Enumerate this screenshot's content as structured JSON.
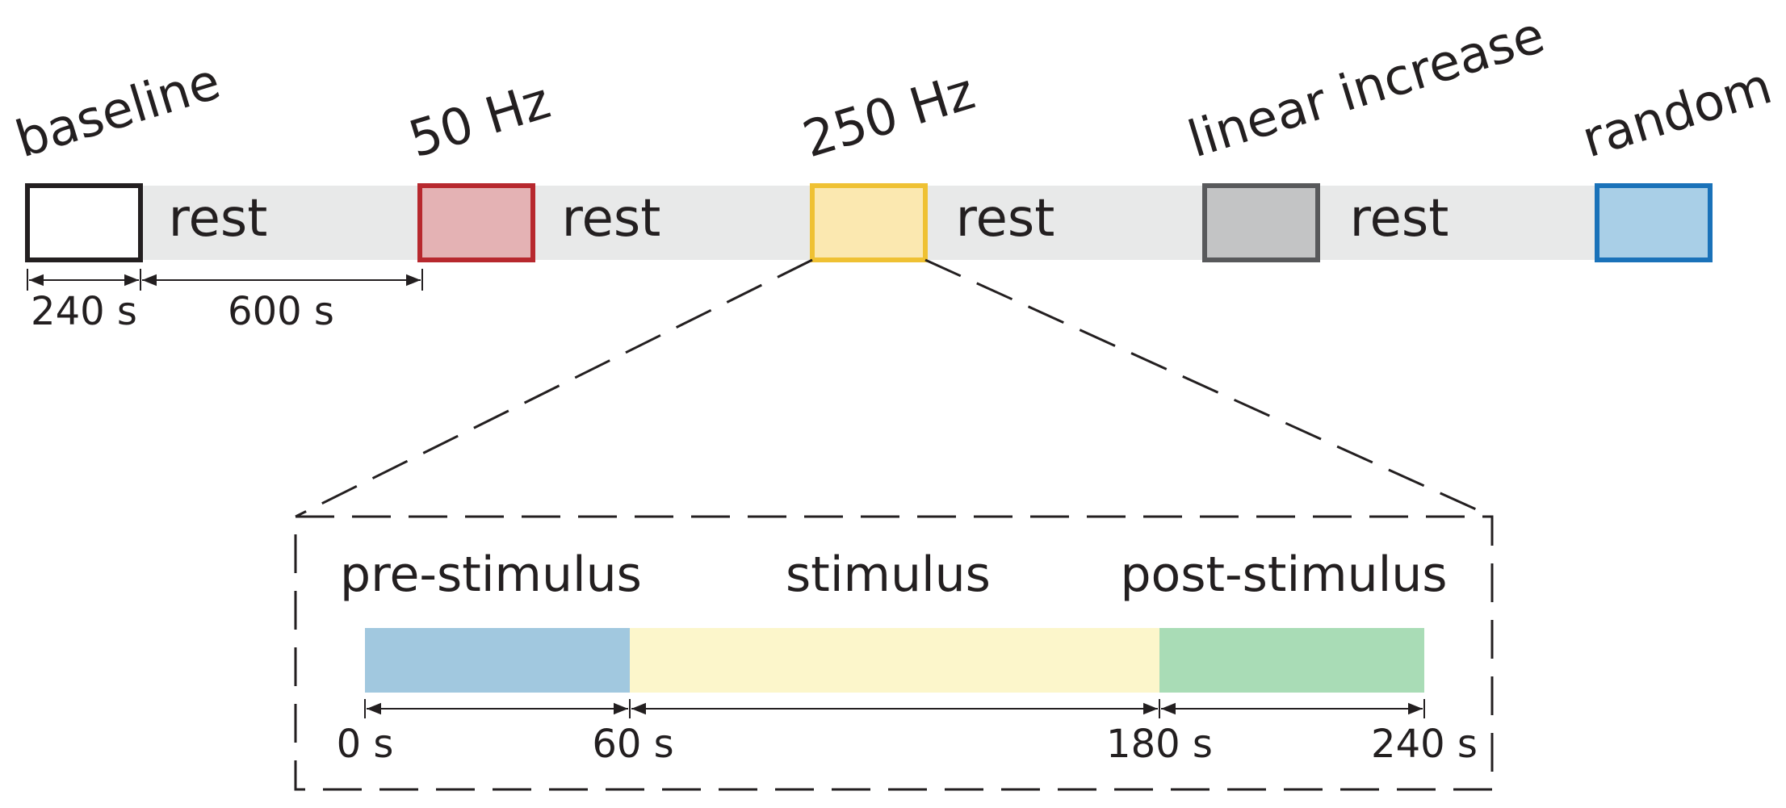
{
  "blocks": [
    {
      "label": "baseline",
      "fill": "#ffffff",
      "stroke": "#231f20"
    },
    {
      "label": "50 Hz",
      "fill": "#e4b2b4",
      "stroke": "#b7282e"
    },
    {
      "label": "250 Hz",
      "fill": "#fbe8b0",
      "stroke": "#efc133"
    },
    {
      "label": "linear increase",
      "fill": "#c3c4c5",
      "stroke": "#58595b"
    },
    {
      "label": "random",
      "fill": "#a9cfe7",
      "stroke": "#1a72b9"
    }
  ],
  "rest_label": "rest",
  "rest_color": "#e8e9e9",
  "durations": {
    "block": "240 s",
    "rest": "600 s"
  },
  "zoom": {
    "phases": [
      {
        "label": "pre-stimulus",
        "color": "#a1c8df"
      },
      {
        "label": "stimulus",
        "color": "#fcf6cb"
      },
      {
        "label": "post-stimulus",
        "color": "#a9dcb6"
      }
    ],
    "ticks": [
      "0 s",
      "60 s",
      "180 s",
      "240 s"
    ]
  }
}
